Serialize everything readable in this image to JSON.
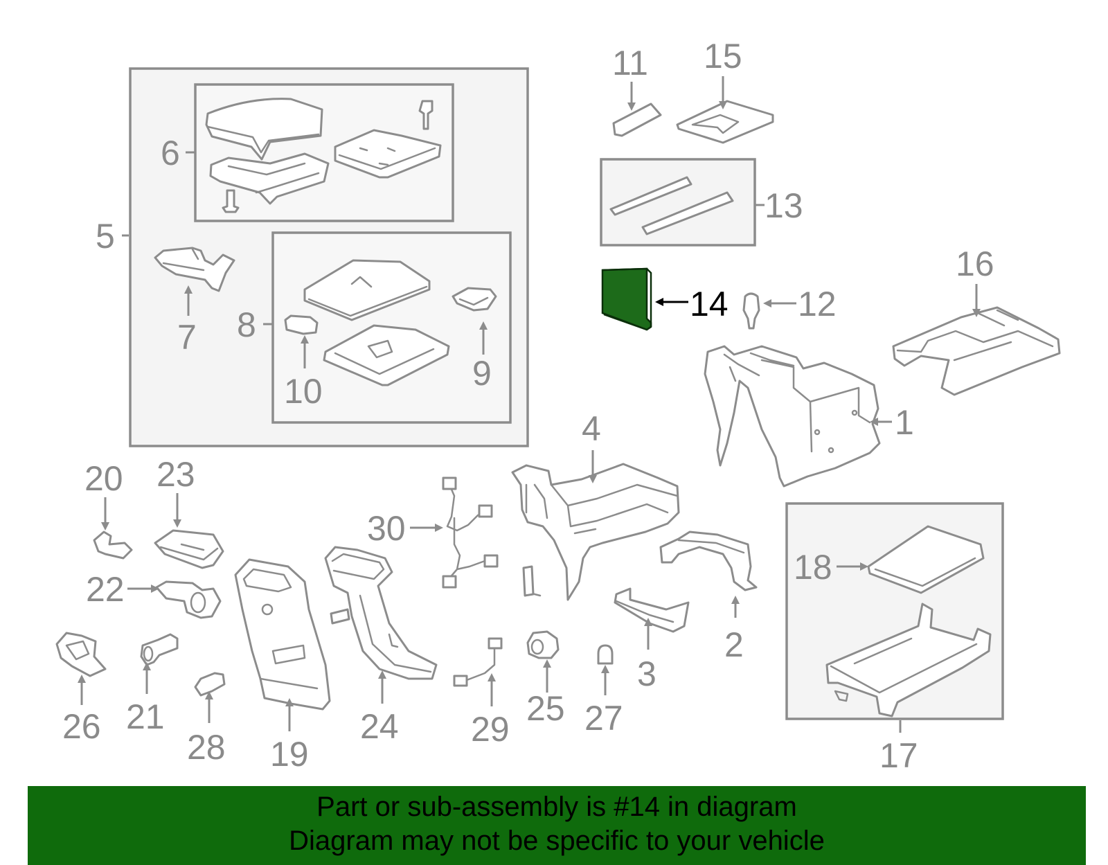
{
  "diagram": {
    "callouts": {
      "c1": "1",
      "c2": "2",
      "c3": "3",
      "c4": "4",
      "c5": "5",
      "c6": "6",
      "c7": "7",
      "c8": "8",
      "c9": "9",
      "c10": "10",
      "c11": "11",
      "c12": "12",
      "c13": "13",
      "c14": "14",
      "c15": "15",
      "c16": "16",
      "c17": "17",
      "c18": "18",
      "c19": "19",
      "c20": "20",
      "c21": "21",
      "c22": "22",
      "c23": "23",
      "c24": "24",
      "c25": "25",
      "c26": "26",
      "c27": "27",
      "c28": "28",
      "c29": "29",
      "c30": "30"
    },
    "highlight_part": "14",
    "colors": {
      "highlight_fill": "#1d6b1a",
      "line_gray": "#8c8c8c",
      "banner_bg": "#0f6b0c"
    }
  },
  "banner": {
    "line1": "Part or sub-assembly is #14 in diagram",
    "line2": "Diagram may not be specific to your vehicle"
  }
}
